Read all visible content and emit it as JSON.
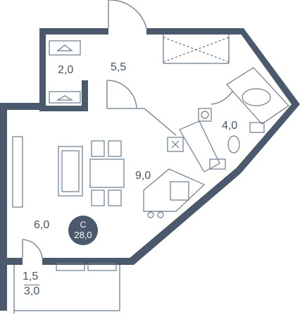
{
  "floorplan": {
    "apartment_type": "С",
    "total_area": "28,0",
    "rooms": {
      "wardrobe": "2,0",
      "hall": "5,5",
      "bathroom": "4,0",
      "kitchen": "9,0",
      "living": "6,0",
      "balcony_top": "1,5",
      "balcony_bottom": "3,0"
    },
    "colors": {
      "wall": "#4a5a6c",
      "line": "#6b7b8c",
      "text": "#445566",
      "badge_text": "#ffffff"
    }
  }
}
